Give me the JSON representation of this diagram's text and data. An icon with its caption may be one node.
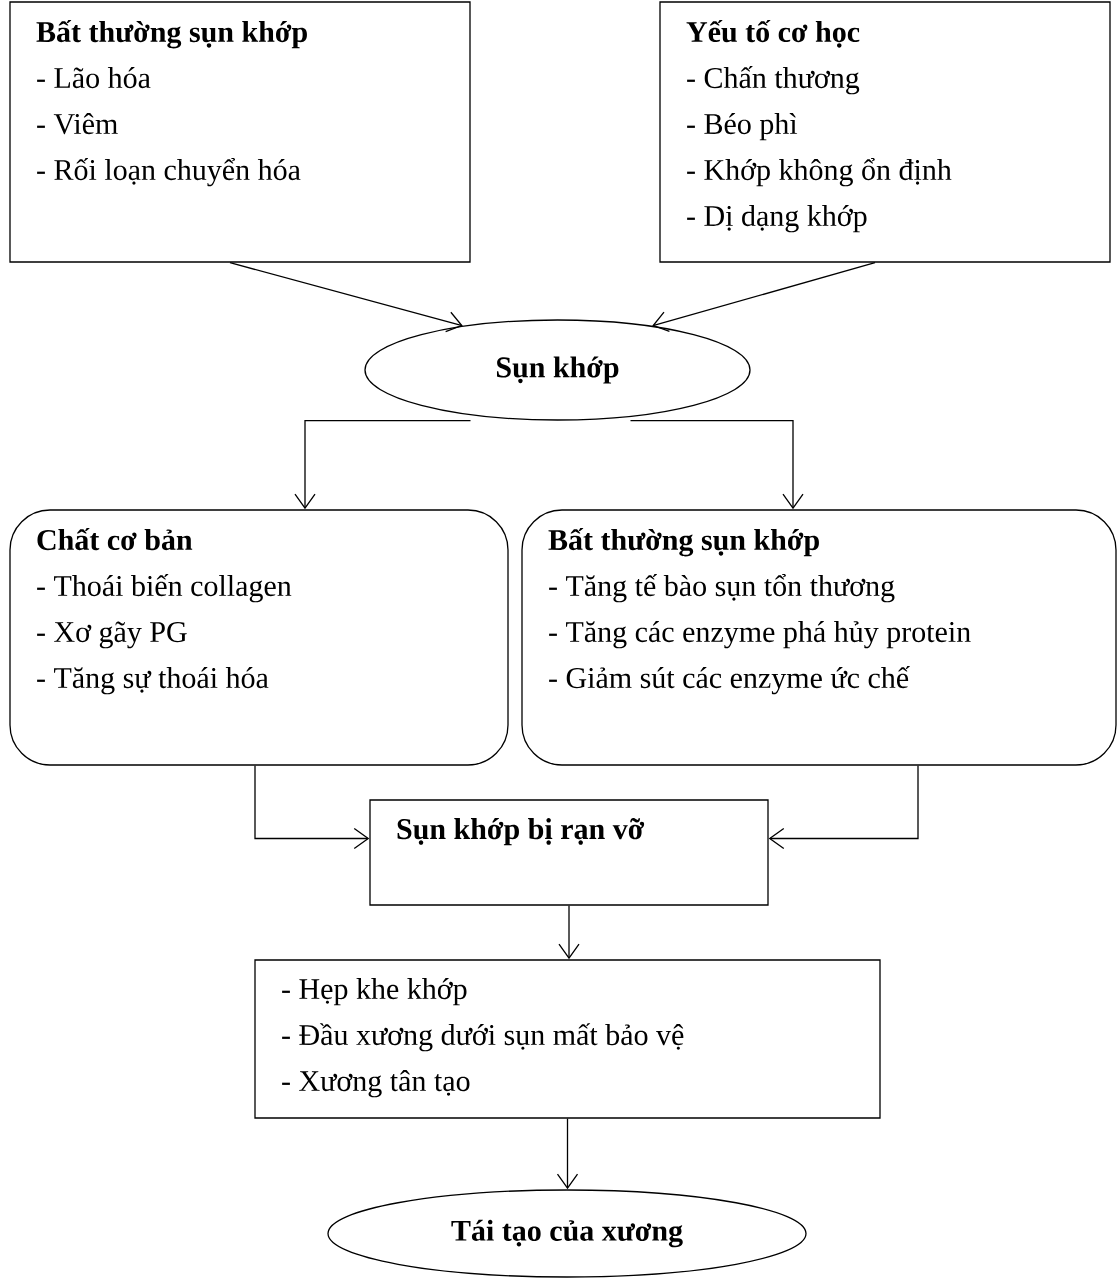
{
  "diagram": {
    "nodes": [
      {
        "text": [
          "Bất thường sụn khớp",
          "- Lão hóa",
          "- Viêm",
          "- Rối loạn chuyển hóa"
        ]
      },
      {
        "text": [
          "Yếu tố cơ học",
          "- Chấn thương",
          "- Béo phì",
          "- Khớp không ổn định",
          "- Dị dạng khớp"
        ]
      },
      {
        "text": [
          "Sụn khớp"
        ]
      },
      {
        "text": [
          "Chất cơ bản",
          "- Thoái biến collagen",
          "- Xơ gãy PG",
          "- Tăng sự thoái hóa"
        ]
      },
      {
        "text": [
          "Bất thường sụn khớp",
          "- Tăng tế bào sụn tổn thương",
          "- Tăng các enzyme phá hủy protein",
          "- Giảm sút các enzyme ức chế"
        ]
      },
      {
        "text": [
          "Sụn khớp bị rạn vỡ"
        ]
      },
      {
        "text": [
          "- Hẹp khe khớp",
          "- Đầu xương dưới sụn mất bảo vệ",
          "- Xương tân tạo"
        ]
      },
      {
        "text": [
          "Tái tạo của xương"
        ]
      }
    ],
    "edges": [
      {
        "from": 0,
        "to": 2,
        "arrow": "to"
      },
      {
        "from": 1,
        "to": 2,
        "arrow": "to"
      },
      {
        "from": 2,
        "to": 3,
        "arrow": "to"
      },
      {
        "from": 2,
        "to": 4,
        "arrow": "to"
      },
      {
        "from": 3,
        "to": 5,
        "arrow": "to"
      },
      {
        "from": 4,
        "to": 5,
        "arrow": "to"
      },
      {
        "from": 5,
        "to": 6,
        "arrow": "to"
      },
      {
        "from": 6,
        "to": 7,
        "arrow": "to"
      }
    ]
  }
}
